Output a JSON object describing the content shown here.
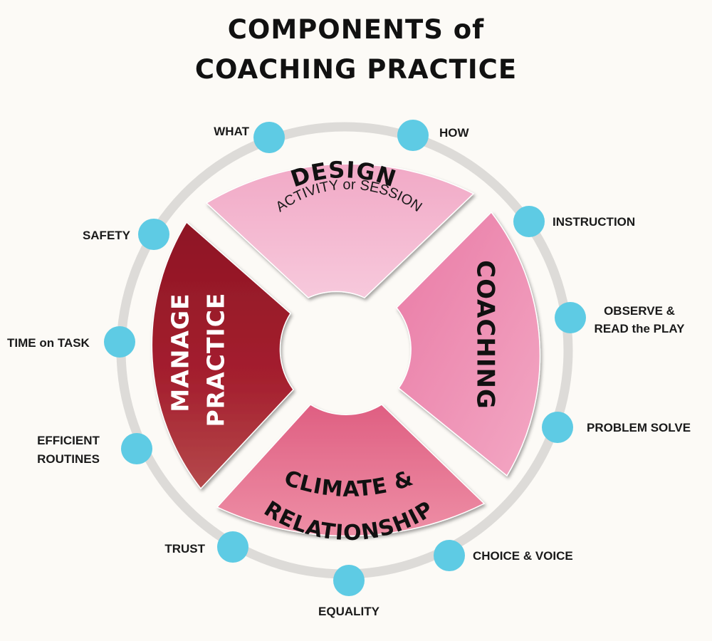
{
  "title": {
    "line1": "COMPONENTS of",
    "line2": "COACHING PRACTICE"
  },
  "segments": {
    "design": {
      "title": "DESIGN",
      "subtitle": "ACTIVITY or SESSION",
      "color": "#f4b8d0"
    },
    "coaching": {
      "title": "COACHING",
      "color": "#ec8fb3"
    },
    "climate": {
      "title1": "CLIMATE &",
      "title2": "RELATIONSHIP",
      "color": "#e6708e"
    },
    "manage": {
      "title1": "MANAGE",
      "title2": "PRACTICE",
      "color": "#a92232"
    }
  },
  "nodes": {
    "what": "WHAT",
    "how": "HOW",
    "instruction": "INSTRUCTION",
    "observe1": "OBSERVE &",
    "observe2": "READ the PLAY",
    "problem": "PROBLEM SOLVE",
    "choice": "CHOICE & VOICE",
    "equality": "EQUALITY",
    "trust": "TRUST",
    "efficient1": "EFFICIENT",
    "efficient2": "ROUTINES",
    "time": "TIME on TASK",
    "safety": "SAFETY"
  },
  "colors": {
    "ring": "#dddbd8",
    "node": "#5ecbe4",
    "background": "#fcfaf6"
  }
}
